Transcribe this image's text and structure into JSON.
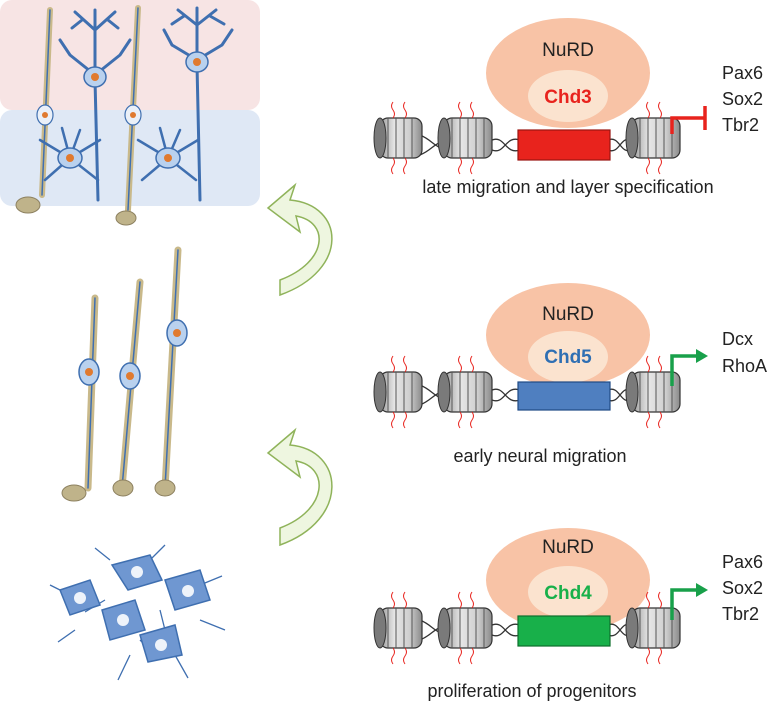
{
  "colors": {
    "nurd": "#f8c3a6",
    "chd_inner": "#fbe3cf",
    "chd3": "#e8231d",
    "chd5": "#2f6fb3",
    "chd4": "#18b04a",
    "repress": "#e8231d",
    "activate": "#18a04a",
    "upper_band": "#f7e4e4",
    "lower_band": "#dfe8f5",
    "arrow_fill": "#eef6e0",
    "arrow_stroke": "#8fb35a",
    "neurite": "#3f6fb0",
    "axon": "#c9b98a",
    "soma": "#b9d1ee",
    "nucleus": "#e07a2f"
  },
  "panels": [
    {
      "complex": "NuRD",
      "chd": "Chd3",
      "chd_color": "#e8231d",
      "gene_box_color": "#e8231d",
      "effect": "repress",
      "genes": [
        "Pax6",
        "Sox2",
        "Tbr2"
      ],
      "caption": "late migration and layer specification"
    },
    {
      "complex": "NuRD",
      "chd": "Chd5",
      "chd_color": "#2f6fb3",
      "gene_box_color": "#4f7fc0",
      "effect": "activate",
      "genes": [
        "Dcx",
        "RhoA"
      ],
      "caption": "early neural migration"
    },
    {
      "complex": "NuRD",
      "chd": "Chd4",
      "chd_color": "#18b04a",
      "gene_box_color": "#18b04a",
      "effect": "activate",
      "genes": [
        "Pax6",
        "Sox2",
        "Tbr2"
      ],
      "caption": "proliferation of progenitors"
    }
  ]
}
